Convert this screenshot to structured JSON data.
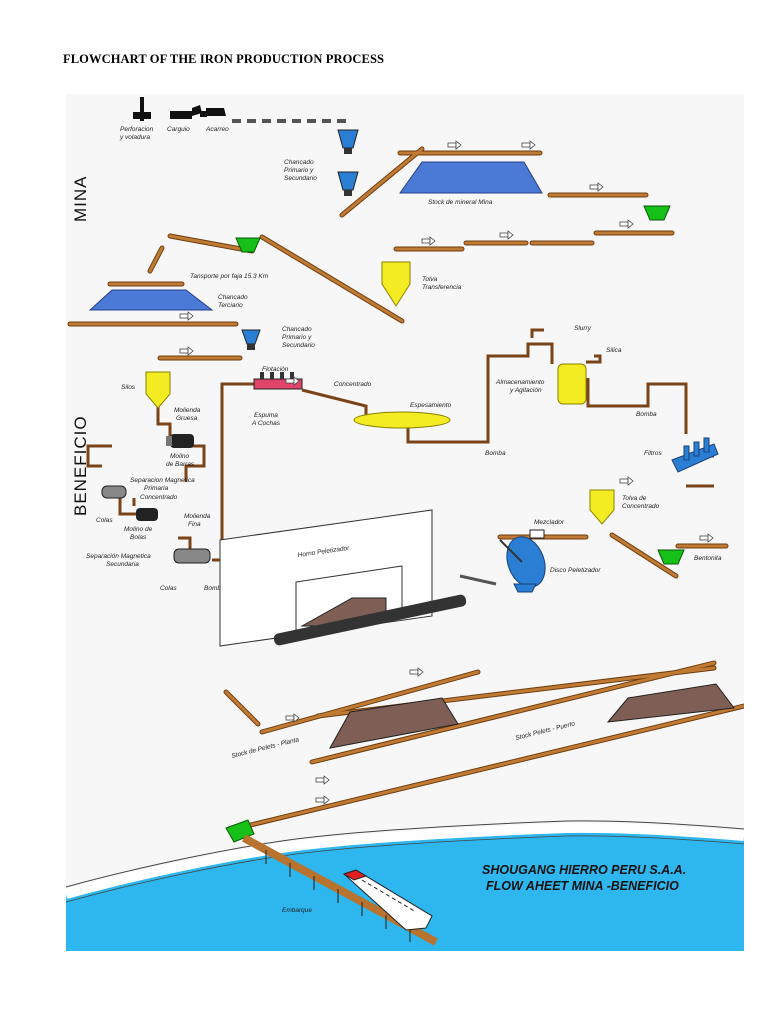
{
  "title": "FLOWCHART OF THE IRON PRODUCTION PROCESS",
  "sections": {
    "mina": "MINA",
    "beneficio": "BENEFICIO"
  },
  "labels": {
    "perforacion_1": "Perforacion",
    "perforacion_2": "y voladura",
    "carguio": "Carguio",
    "acarreo": "Acarreo",
    "chancado_ps_1": "Chancado",
    "chancado_ps_2": "Primario y",
    "chancado_ps_3": "Secundario",
    "stock_mina": "Stock de mineral Mina",
    "transporte": "Tansporte por faja 15.3 Km",
    "tolva_transf_1": "Tolva",
    "tolva_transf_2": "Transferencia",
    "chancado_t_1": "Chancado",
    "chancado_t_2": "Terciario",
    "chancado_ps2_1": "Chancado",
    "chancado_ps2_2": "Primario y",
    "chancado_ps2_3": "Secundario",
    "slurry": "Slurry",
    "silica": "Silica",
    "silos": "Silos",
    "flotacion": "Flotación",
    "concentrado": "Concentrado",
    "espumas_1": "Espuma",
    "espumas_2": "A Cochas",
    "almacen_1": "Almacenamiento",
    "almacen_2": "y Agitación",
    "molienda_g_1": "Molienda",
    "molienda_g_2": "Gruesa",
    "espesamiento": "Espesamiento",
    "bomba_1": "Bomba",
    "bomba_2": "Bomba",
    "bomba_3": "Bomba",
    "molino_barras_1": "Molino",
    "molino_barras_2": "de Barras",
    "filtros": "Filtros",
    "sep_mag_p_1": "Separacion Magnetica",
    "sep_mag_p_2": "Primaria",
    "concentrado_2": "Concentrado",
    "tolva_conc_1": "Tolva de",
    "tolva_conc_2": "Concentrado",
    "colas_1": "Colas",
    "molino_bolas_1": "Molino de",
    "molino_bolas_2": "Bolas",
    "molienda_f_1": "Molienda",
    "molienda_f_2": "Fina",
    "mezclador": "Mezclador",
    "horno": "Horno Peletizador",
    "sep_mag_s_1": "Separación Magnetica",
    "sep_mag_s_2": "Secundaria",
    "disco": "Disco Peletizador",
    "bentonita": "Bentonita",
    "colas_2": "Colas",
    "stock_planta": "Stock de Pelets - Planta",
    "stock_puerto": "Stock Pelets - Puerto",
    "company_1": "SHOUGANG HIERRO PERU S.A.A.",
    "company_2": "FLOW AHEET MINA -BENEFICIO",
    "embarque": "Embarque"
  },
  "colors": {
    "belt": "#b8732f",
    "belt_edge": "#6e3f12",
    "pipe": "#7a4418",
    "stockpile": "#4a7ad6",
    "silo": "#f4ec22",
    "hopper_green": "#16c016",
    "sea": "#2eb6ee",
    "pellet": "#7f5f55"
  }
}
